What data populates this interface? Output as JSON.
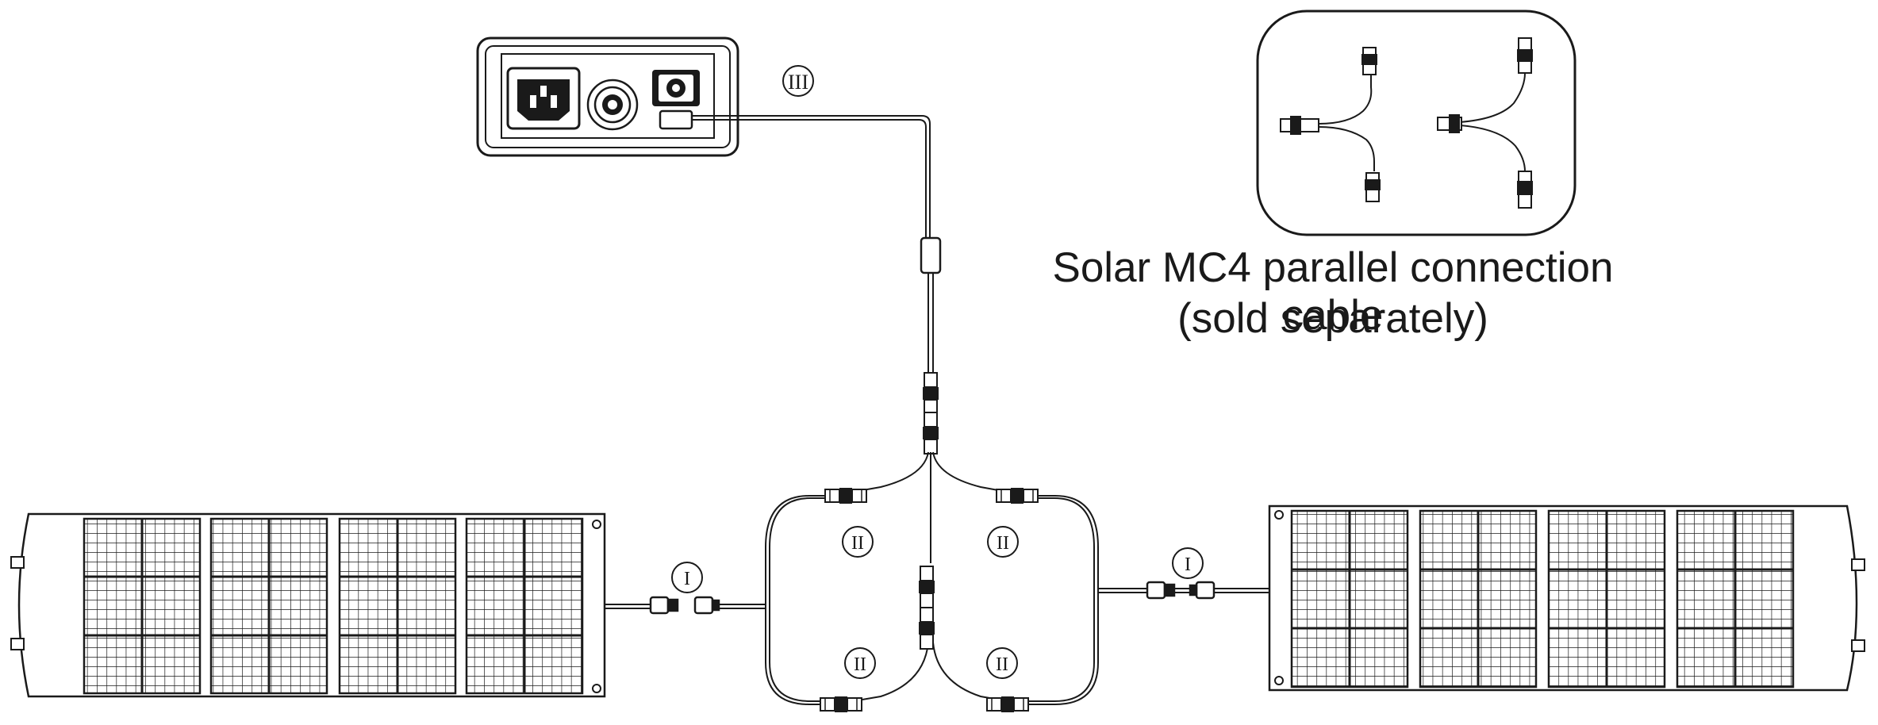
{
  "caption": {
    "line1": "Solar MC4 parallel connection cable",
    "line2": "(sold separately)"
  },
  "labels": {
    "one": "I",
    "two": "II",
    "three": "III"
  },
  "icons": {
    "station": "power-station-ports",
    "panel": "folding-solar-panel",
    "y_cable": "mc4-y-branch-connector",
    "adapter": "dc-adapter-plug"
  },
  "colors": {
    "line": "#1a1a1a",
    "background": "#ffffff"
  }
}
